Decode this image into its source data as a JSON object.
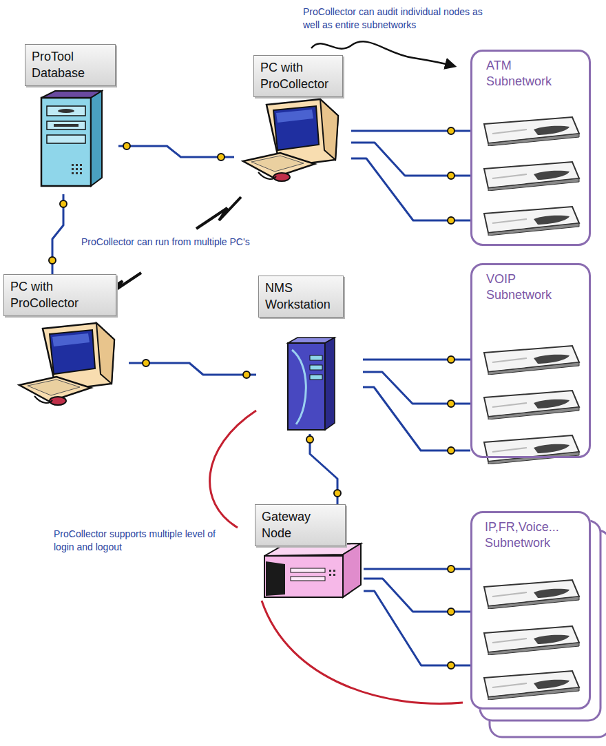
{
  "diagram": {
    "nodes": [
      {
        "text": [
          "ProTool Database"
        ]
      },
      {
        "text": [
          "PC with ProCollector"
        ]
      },
      {
        "text": [
          "ATM Subnetwork"
        ]
      },
      {
        "text": [
          "PC with ProCollector"
        ]
      },
      {
        "text": [
          "NMS Workstation"
        ]
      },
      {
        "text": [
          "VOIP Subnetwork"
        ]
      },
      {
        "text": [
          "Gateway Node"
        ]
      },
      {
        "text": [
          "IP,FR,Voice... Subnetwork"
        ]
      }
    ],
    "edges": [
      {
        "from": 0,
        "to": 1,
        "arrow": "none"
      },
      {
        "from": 0,
        "to": 3,
        "arrow": "none"
      },
      {
        "from": 3,
        "to": 4,
        "arrow": "none"
      },
      {
        "from": 4,
        "to": 6,
        "arrow": "none"
      },
      {
        "from": 1,
        "to": 2,
        "arrow": "none"
      },
      {
        "from": 1,
        "to": 2,
        "arrow": "none"
      },
      {
        "from": 1,
        "to": 2,
        "arrow": "none"
      },
      {
        "from": 4,
        "to": 5,
        "arrow": "none"
      },
      {
        "from": 4,
        "to": 5,
        "arrow": "none"
      },
      {
        "from": 4,
        "to": 5,
        "arrow": "none"
      },
      {
        "from": 6,
        "to": 7,
        "arrow": "none"
      },
      {
        "from": 6,
        "to": 7,
        "arrow": "none"
      },
      {
        "from": 6,
        "to": 7,
        "arrow": "none"
      }
    ],
    "labels": [
      "ProCollector can audit individual nodes as well as entire subnetworks",
      "ProCollector can run from multiple PC's",
      "ProCollector supports multiple level of login and logout"
    ]
  }
}
